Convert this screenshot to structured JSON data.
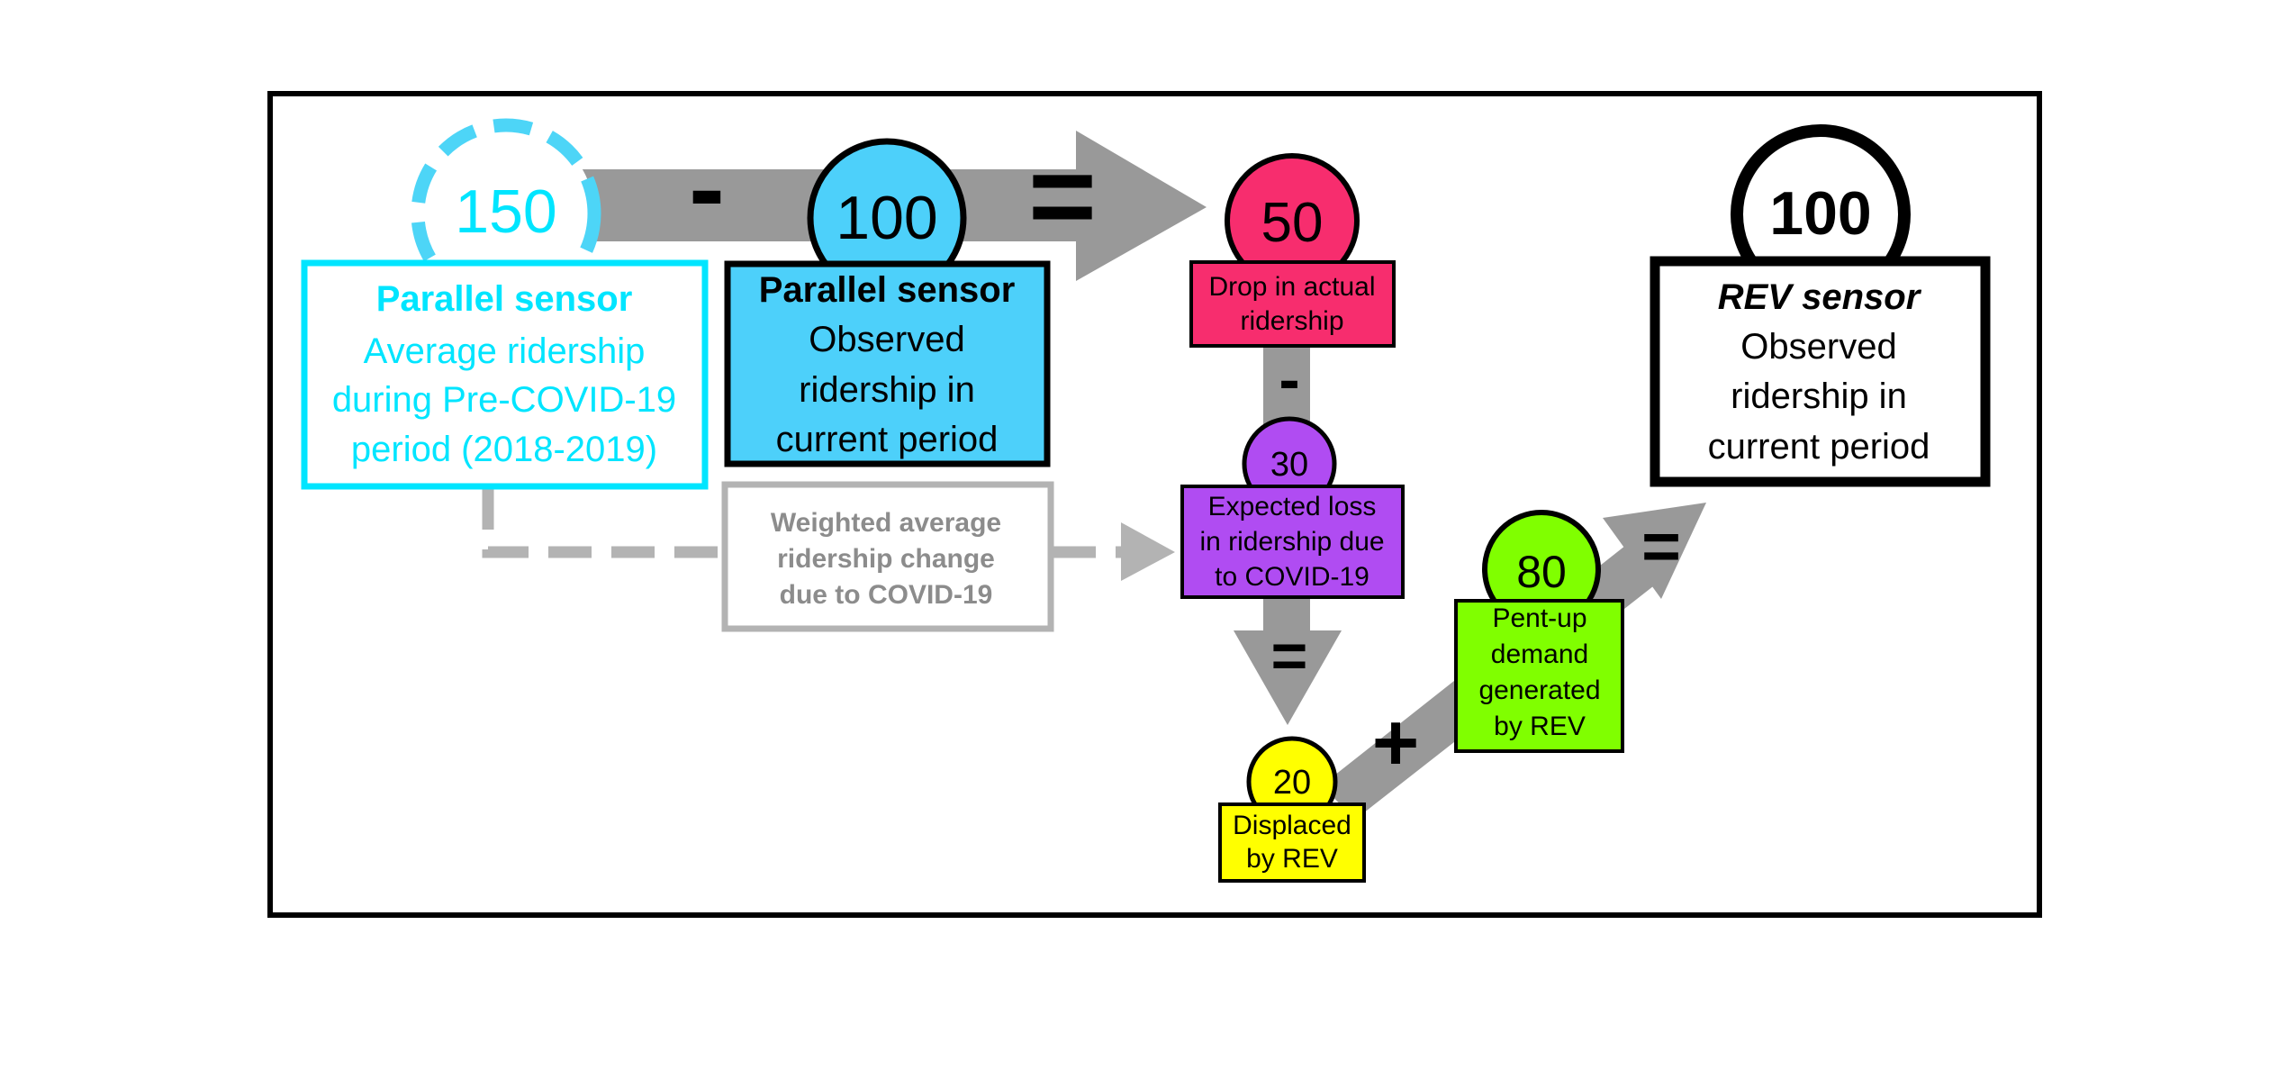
{
  "colors": {
    "cyan_text": "#00e5ff",
    "cyan_circle": "#4dd5f7",
    "blue_fill": "#4dd0fa",
    "pink_fill": "#f72d6e",
    "purple_fill": "#b04cf2",
    "yellow_fill": "#ffff00",
    "green_fill": "#80ff00",
    "arrow_gray": "#999999",
    "dashed_gray": "#b3b3b3",
    "weighted_text": "#8c8c8c",
    "black": "#000000",
    "white": "#ffffff"
  },
  "precovid": {
    "value": "150",
    "title": "Parallel sensor",
    "line1": "Average ridership",
    "line2": "during Pre-COVID-19",
    "line3": "period (2018-2019)"
  },
  "parallel_current": {
    "value": "100",
    "title": "Parallel sensor",
    "line1": "Observed",
    "line2": "ridership in",
    "line3": "current period"
  },
  "drop": {
    "value": "50",
    "line1": "Drop in actual",
    "line2": "ridership"
  },
  "expected_loss": {
    "value": "30",
    "line1": "Expected loss",
    "line2": "in ridership due",
    "line3": "to COVID-19"
  },
  "displaced": {
    "value": "20",
    "line1": "Displaced",
    "line2": "by REV"
  },
  "pentup": {
    "value": "80",
    "line1": "Pent-up",
    "line2": "demand",
    "line3": "generated",
    "line4": "by REV"
  },
  "rev": {
    "value": "100",
    "title": "REV sensor",
    "line1": "Observed",
    "line2": "ridership in",
    "line3": "current period"
  },
  "weighted": {
    "line1": "Weighted average",
    "line2": "ridership change",
    "line3": "due to COVID-19"
  },
  "operators": {
    "minus_top": "-",
    "equals_top": "=",
    "minus_vertical": "-",
    "equals_vertical": "=",
    "plus_diagonal": "+",
    "equals_diagonal": "="
  }
}
